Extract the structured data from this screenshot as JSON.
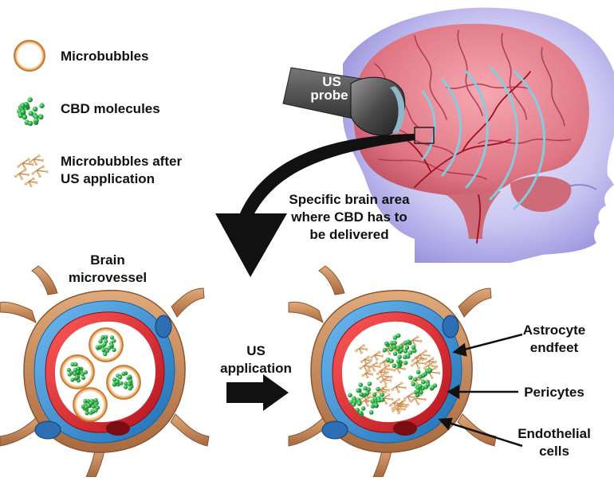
{
  "legend": {
    "items": [
      {
        "label": "Microbubbles"
      },
      {
        "label": "CBD molecules"
      },
      {
        "label_line1": "Microbubbles after",
        "label_line2": "US application"
      }
    ]
  },
  "probe": {
    "line1": "US",
    "line2": "probe"
  },
  "target_area": {
    "line1": "Specific brain area",
    "line2": "where CBD has to",
    "line3": "be delivered"
  },
  "vessel_label": {
    "line1": "Brain",
    "line2": "microvessel"
  },
  "process": {
    "line1": "US",
    "line2": "application"
  },
  "annotations": {
    "astrocyte_line1": "Astrocyte",
    "astrocyte_line2": "endfeet",
    "pericytes": "Pericytes",
    "endothelial_line1": "Endothelial",
    "endothelial_line2": "cells"
  },
  "colors": {
    "microbubble_shell": "#e3a15c",
    "cbd": "#2db34a",
    "endothelial": "#d8262f",
    "basement": "#3b8ed1",
    "astrocyte": "#c98b5c",
    "brain": "#e07a86",
    "ultrasound_wave": "#7fd0e4"
  }
}
